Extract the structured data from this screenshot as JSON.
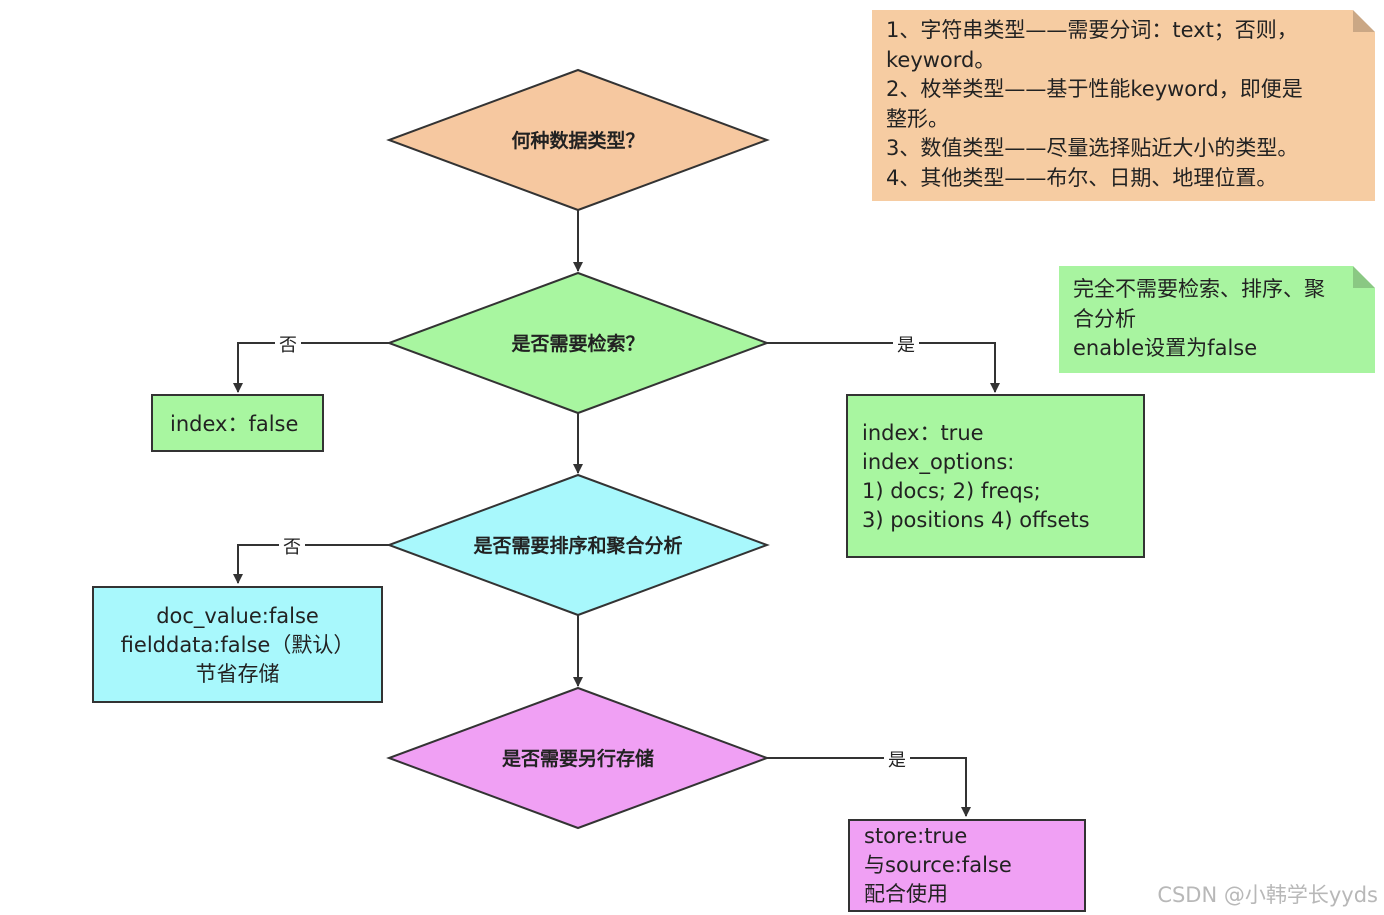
{
  "colors": {
    "d1": "#f6c8a0",
    "green": "#a8f6a0",
    "cyan": "#a8f8fc",
    "violet": "#f0a0f4",
    "note_orange": "#f6cca2",
    "note_green": "#a8f4a0",
    "stroke": "#333333"
  },
  "decisions": {
    "d1": "何种数据类型？",
    "d2": "是否需要检索？",
    "d3": "是否需要排序和聚合分析",
    "d4": "是否需要另行存储"
  },
  "edges": {
    "d2_no": "否",
    "d2_yes": "是",
    "d3_no": "否",
    "d4_yes": "是"
  },
  "boxes": {
    "index_false": [
      "index：false"
    ],
    "index_true": [
      "index：true",
      "index_options:",
      "1) docs; 2) freqs;",
      "3) positions 4) offsets"
    ],
    "docvalue": [
      "doc_value:false",
      "fielddata:false（默认）",
      "节省存储"
    ],
    "store": [
      "store:true",
      "与source:false",
      "配合使用"
    ]
  },
  "notes": {
    "types": [
      "1、字符串类型——需要分词：text；否则，",
      "keyword。",
      "2、枚举类型——基于性能keyword，即便是",
      "整形。",
      "3、数值类型——尽量选择贴近大小的类型。",
      "4、其他类型——布尔、日期、地理位置。"
    ],
    "enable": [
      "完全不需要检索、排序、聚",
      "合分析",
      "enable设置为false"
    ]
  },
  "watermark": "CSDN @小韩学长yyds"
}
